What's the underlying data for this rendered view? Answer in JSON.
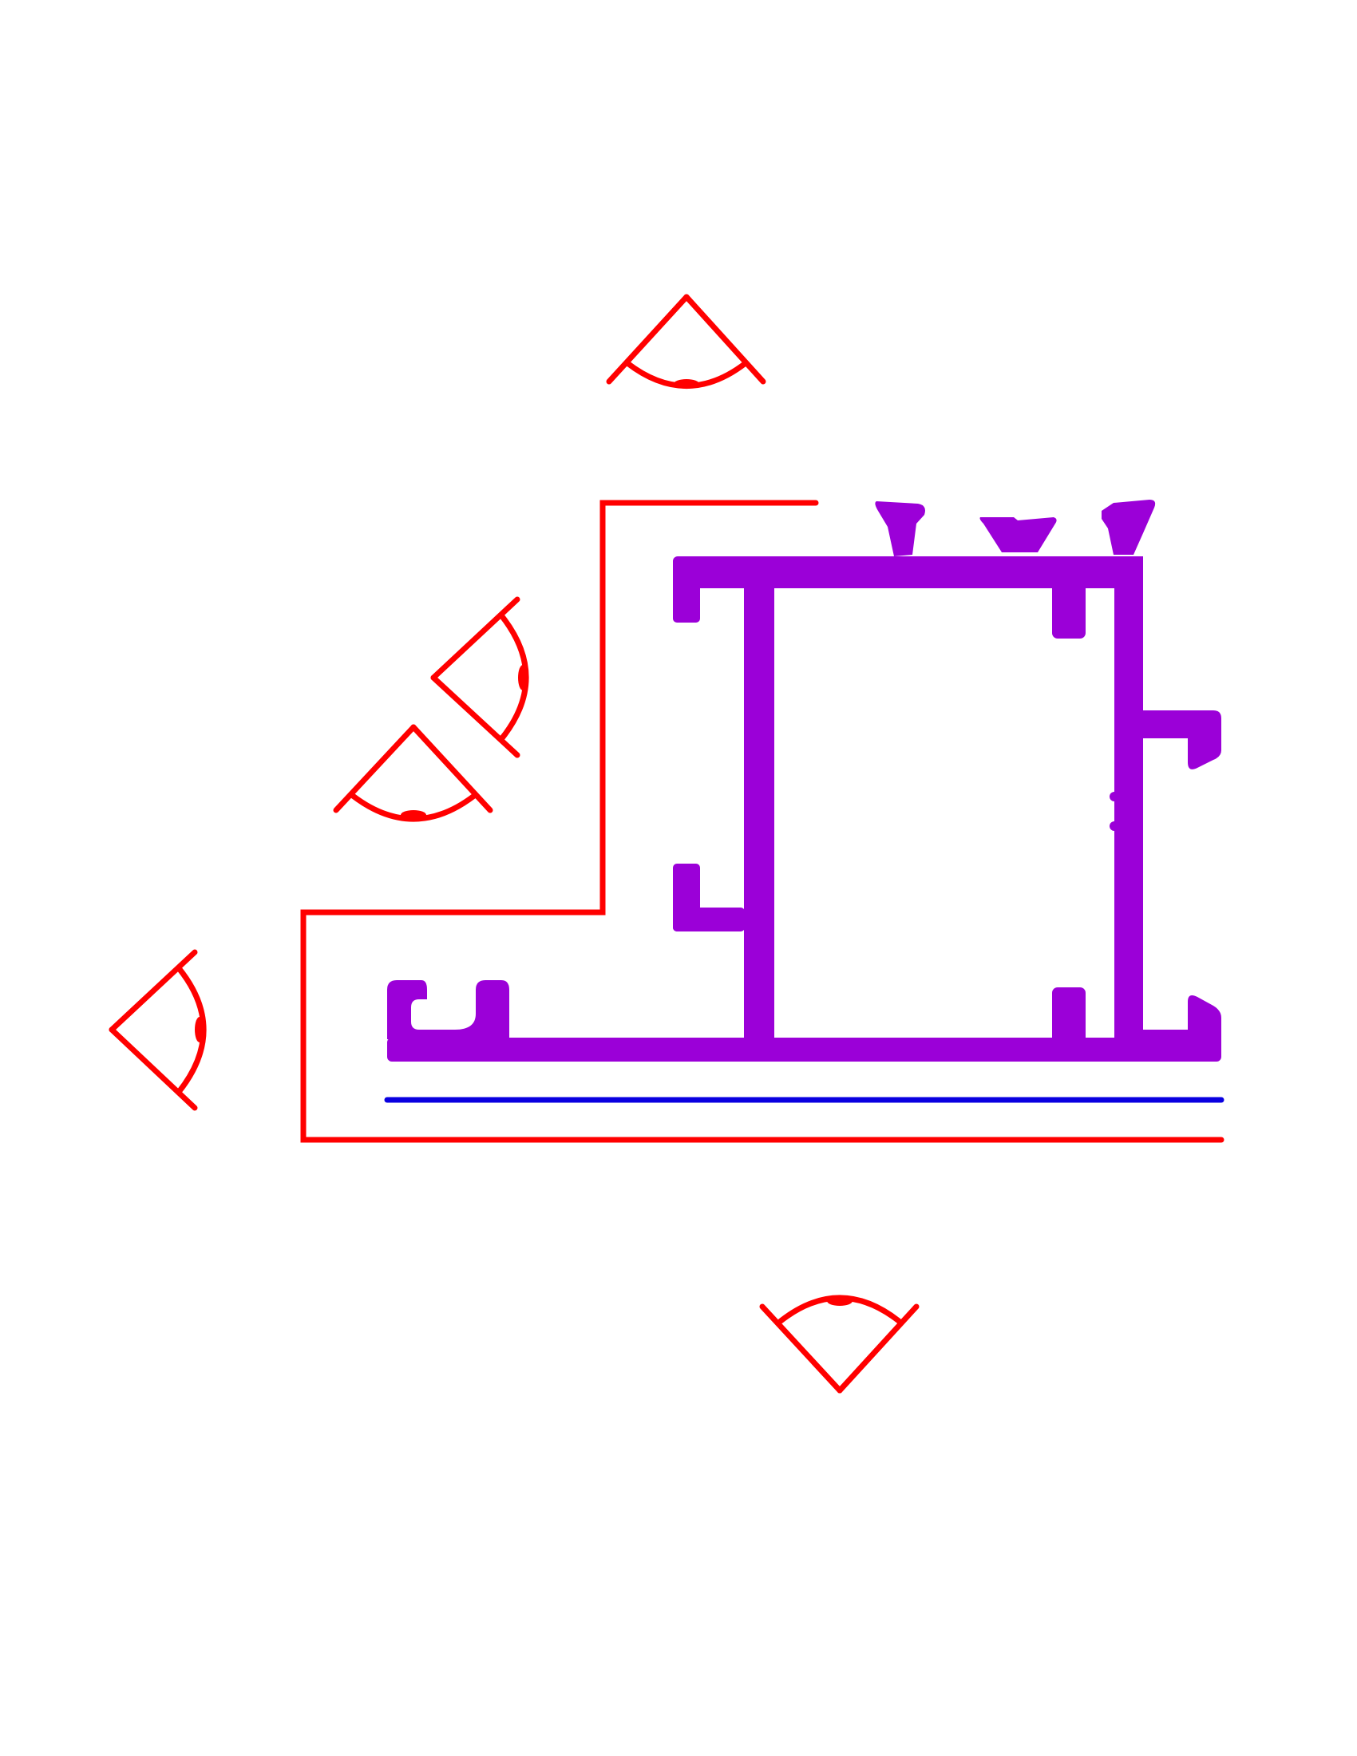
{
  "colors": {
    "background": "#ffffff",
    "outline": "#ff0000",
    "profile": "#9b00d8",
    "baseline": "#0a00e0"
  },
  "diagram": {
    "elements": [
      {
        "name": "stepped-outline",
        "color": "outline"
      },
      {
        "name": "aluminium-profile-section",
        "color": "profile"
      },
      {
        "name": "baseline-line",
        "color": "baseline"
      },
      {
        "name": "eye-icon-top",
        "direction": "down"
      },
      {
        "name": "eye-icon-upper-left",
        "direction": "right"
      },
      {
        "name": "eye-icon-middle-left",
        "direction": "down"
      },
      {
        "name": "eye-icon-left",
        "direction": "right"
      },
      {
        "name": "eye-icon-bottom",
        "direction": "up"
      }
    ]
  }
}
